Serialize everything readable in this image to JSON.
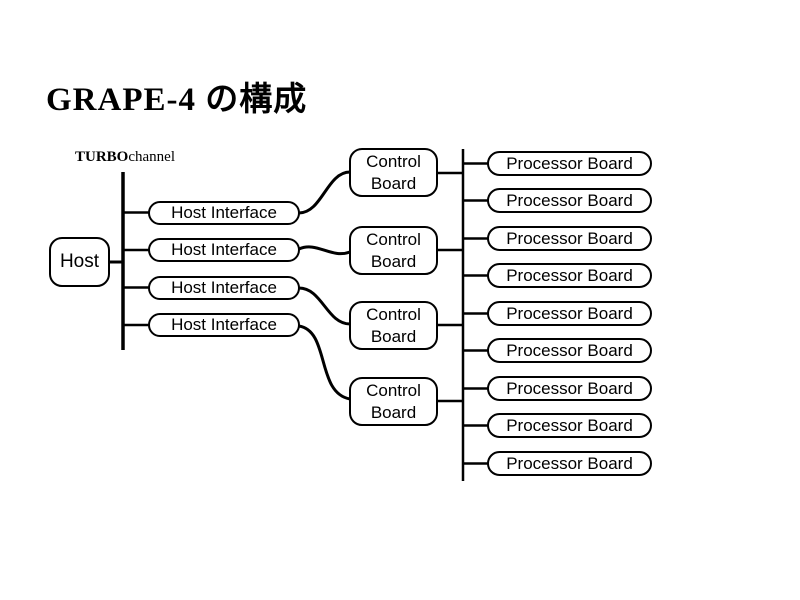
{
  "slide": {
    "title": "GRAPE-4 の構成",
    "bus_label": {
      "bold_part": "TURBO",
      "rest_part": "channel"
    },
    "host": {
      "label": "Host"
    },
    "host_interfaces": [
      {
        "label": "Host Interface"
      },
      {
        "label": "Host Interface"
      },
      {
        "label": "Host Interface"
      },
      {
        "label": "Host Interface"
      }
    ],
    "control_boards": [
      {
        "label": "Control Board"
      },
      {
        "label": "Control Board"
      },
      {
        "label": "Control Board"
      },
      {
        "label": "Control Board"
      }
    ],
    "processor_boards": [
      {
        "label": "Processor Board"
      },
      {
        "label": "Processor Board"
      },
      {
        "label": "Processor Board"
      },
      {
        "label": "Processor Board"
      },
      {
        "label": "Processor Board"
      },
      {
        "label": "Processor Board"
      },
      {
        "label": "Processor Board"
      },
      {
        "label": "Processor Board"
      },
      {
        "label": "Processor Board"
      }
    ],
    "colors": {
      "line": "#000000",
      "background": "#ffffff",
      "text": "#000000"
    }
  }
}
